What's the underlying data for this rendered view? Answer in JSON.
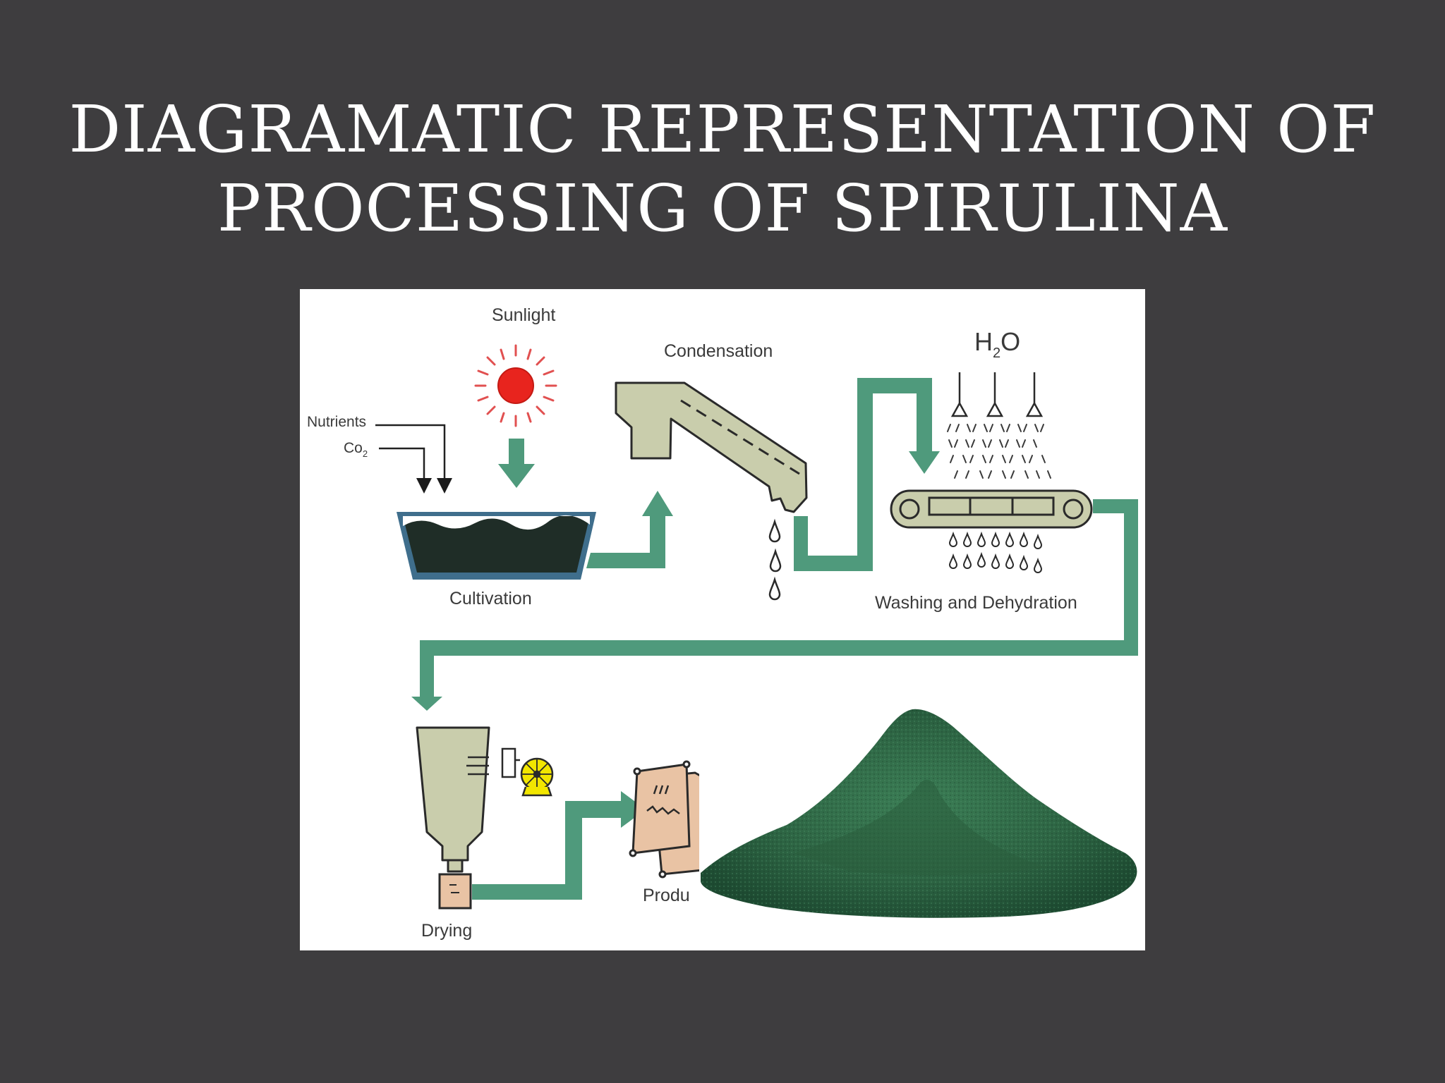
{
  "slide": {
    "title_line1": "DIAGRAMATIC REPRESENTATION OF",
    "title_line2": "PROCESSING OF SPIRULINA"
  },
  "diagram": {
    "labels": {
      "sunlight": "Sunlight",
      "nutrients": "Nutrients",
      "co2_main": "Co",
      "co2_sub": "2",
      "cultivation": "Cultivation",
      "condensation": "Condensation",
      "water_h": "H",
      "water_sub": "2",
      "water_o": "O",
      "washing": "Washing and Dehydration",
      "drying": "Drying",
      "product_partial": "Produ"
    },
    "colors": {
      "pipe": "#4f9a7c",
      "machine": "#c9cdac",
      "tank": "#1f2d27",
      "sun": "#e8241e",
      "sun_rays": "#e15050",
      "fan": "#f2e600",
      "sack": "#e9c3a4",
      "powder": "#2e6a45"
    }
  }
}
